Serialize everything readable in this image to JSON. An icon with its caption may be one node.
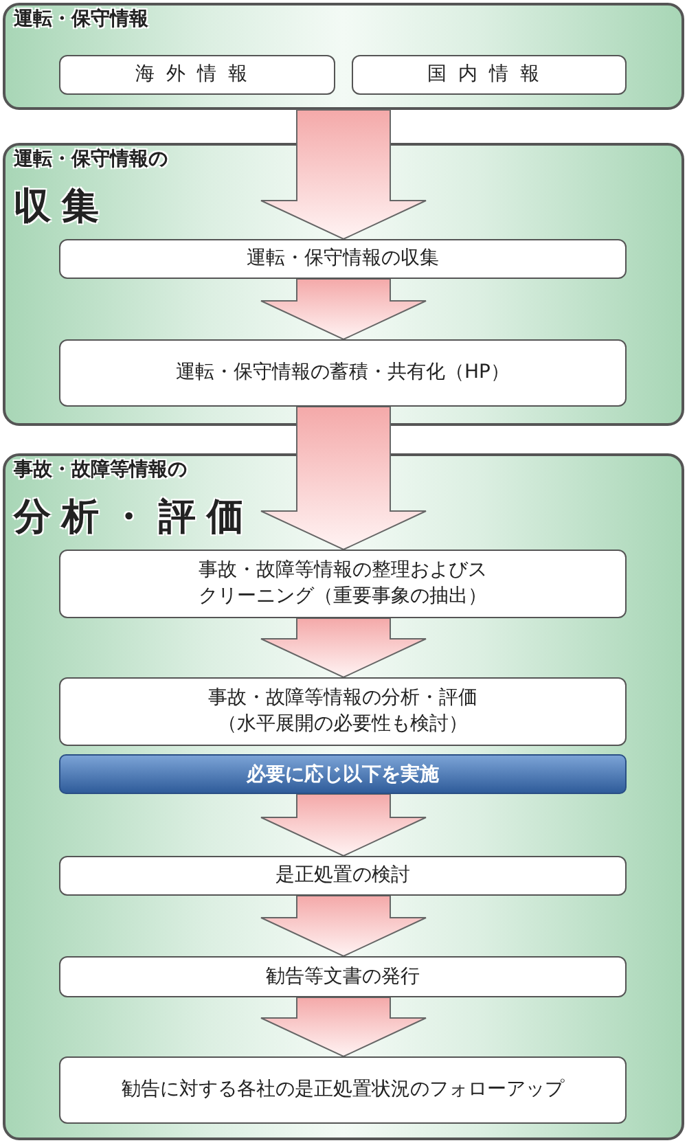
{
  "diagram": {
    "nodes": [
      {
        "text": [
          "運転・保守情報"
        ]
      },
      {
        "text": [
          "海外情報"
        ],
        "in": 0
      },
      {
        "text": [
          "国内情報"
        ],
        "in": 0
      },
      {
        "text": [
          "運転・保守情報の",
          "収集"
        ]
      },
      {
        "text": [
          "運転・保守情報の収集"
        ],
        "in": 3
      },
      {
        "text": [
          "運転・保守情報の蓄積・共有化（HP）"
        ],
        "in": 3
      },
      {
        "text": [
          "事故・故障等情報の",
          "分析・評価"
        ]
      },
      {
        "text": [
          "事故・故障等情報の整理およびスクリーニング（重要事象の抽出）"
        ],
        "in": 6
      },
      {
        "text": [
          "事故・故障等情報の分析・評価（水平展開の必要性も検討）"
        ],
        "in": 6
      },
      {
        "text": [
          "必要に応じ以下を実施"
        ],
        "in": 6
      },
      {
        "text": [
          "是正処置の検討"
        ],
        "in": 6
      },
      {
        "text": [
          "勧告等文書の発行"
        ],
        "in": 6
      },
      {
        "text": [
          "勧告に対する各社の是正処置状況のフォローアップ"
        ],
        "in": 6
      }
    ],
    "edges": [
      {
        "from": 0,
        "to": 4,
        "arrow": "to"
      },
      {
        "from": 4,
        "to": 5,
        "arrow": "to"
      },
      {
        "from": 5,
        "to": 7,
        "arrow": "to"
      },
      {
        "from": 7,
        "to": 8,
        "arrow": "to"
      },
      {
        "from": 9,
        "to": 10,
        "arrow": "to"
      },
      {
        "from": 10,
        "to": 11,
        "arrow": "to"
      },
      {
        "from": 11,
        "to": 12,
        "arrow": "to"
      }
    ]
  }
}
